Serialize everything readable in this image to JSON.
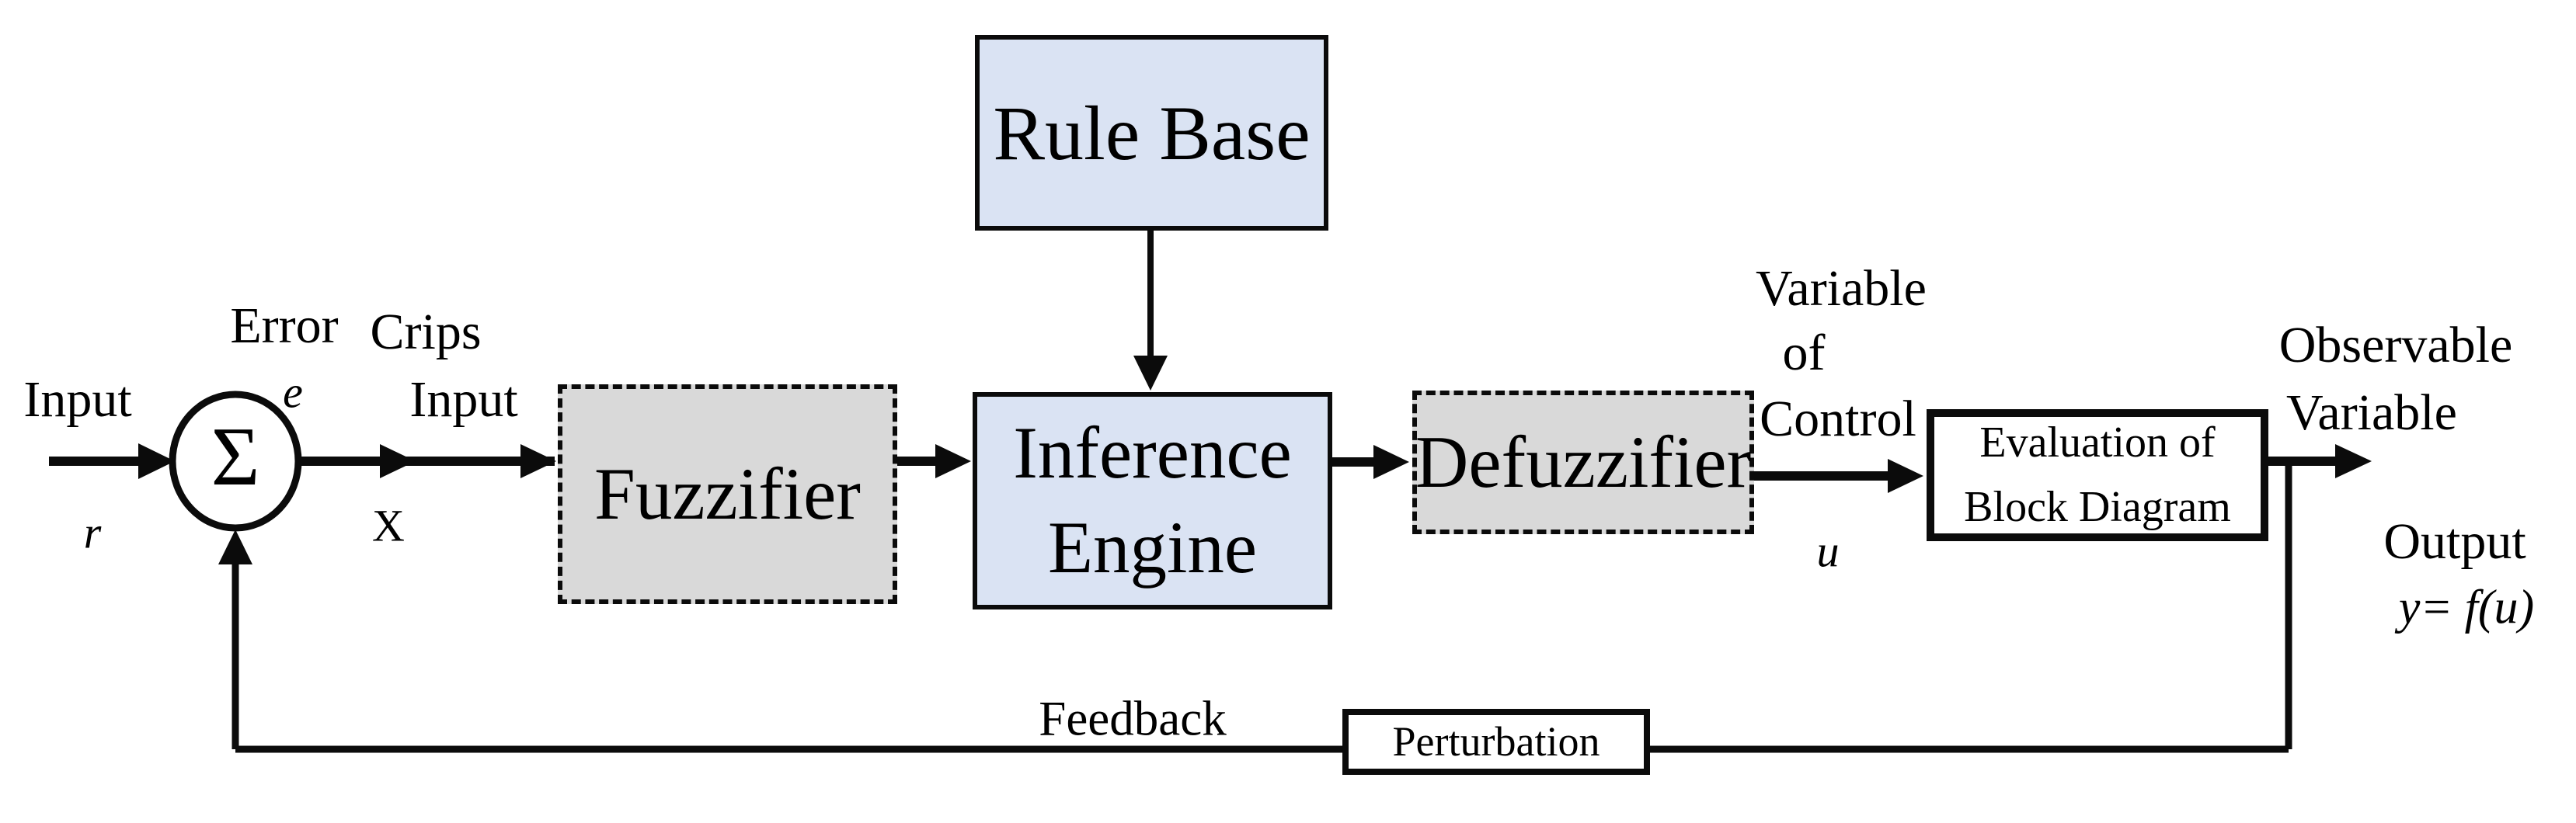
{
  "diagram": {
    "title": "Fuzzy logic control system block diagram",
    "colors": {
      "background": "#ffffff",
      "line": "#0b0b0b",
      "box_blue": "#dae3f3",
      "box_gray": "#d9d9d9",
      "box_white": "#ffffff"
    },
    "nodes": {
      "sum_junction": {
        "symbol": "Σ"
      },
      "rule_base": {
        "label": "Rule Base"
      },
      "fuzzifier": {
        "label": "Fuzzifier"
      },
      "inference_engine": {
        "line1": "Inference",
        "line2": "Engine"
      },
      "defuzzifier": {
        "label": "Defuzzifier"
      },
      "evaluation": {
        "line1": "Evaluation of",
        "line2": "Block Diagram"
      },
      "perturbation": {
        "label": "Perturbation"
      }
    },
    "labels": {
      "input": "Input",
      "input_var": "r",
      "error": "Error",
      "error_var": "e",
      "crisp_line1": "Crips",
      "crisp_line2": "Input",
      "crisp_var": "X",
      "control_line1": "Variable",
      "control_line2": "of",
      "control_line3": "Control",
      "control_var": "u",
      "observable_line1": "Observable",
      "observable_line2": "Variable",
      "output": "Output",
      "output_eq": "y= f(u)",
      "feedback": "Feedback"
    }
  }
}
